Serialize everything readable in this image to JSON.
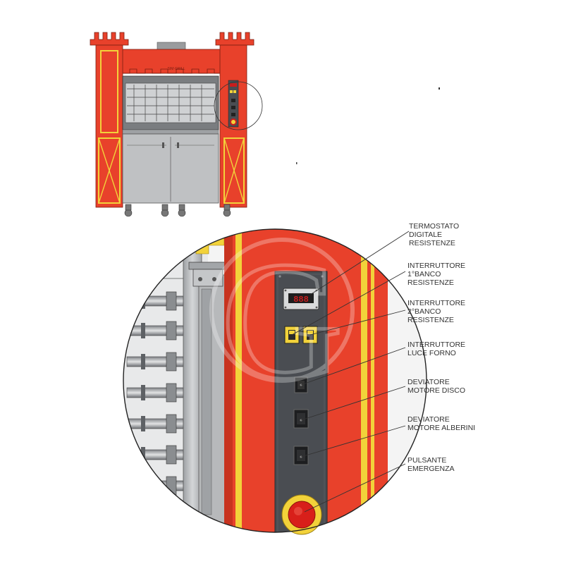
{
  "colors": {
    "red": "#e8412b",
    "red_dark": "#c8331f",
    "yellow": "#f2d23a",
    "panel": "#4a4d52",
    "steel": "#b9bbbd",
    "display_red": "#c81d1d",
    "line": "#333333"
  },
  "oven": {
    "brand_text": "SIM·GRILL"
  },
  "display": {
    "value": "888"
  },
  "watermark": {
    "letter": "G"
  },
  "callouts": [
    {
      "id": "thermostat",
      "text": "TERMOSTATO\nDIGITALE\nRESISTENZE"
    },
    {
      "id": "switch-bank1",
      "text": "INTERRUTTORE\n1°BANCO\nRESISTENZE"
    },
    {
      "id": "switch-bank2",
      "text": "INTERRUTTORE\n2°BANCO\nRESISTENZE"
    },
    {
      "id": "switch-light",
      "text": "INTERRUTTORE\nLUCE FORNO"
    },
    {
      "id": "selector-disc",
      "text": "DEVIATORE\nMOTORE DISCO"
    },
    {
      "id": "selector-shafts",
      "text": "DEVIATORE\nMOTORE ALBERINI"
    },
    {
      "id": "emergency-button",
      "text": "PULSANTE\nEMERGENZA"
    }
  ]
}
